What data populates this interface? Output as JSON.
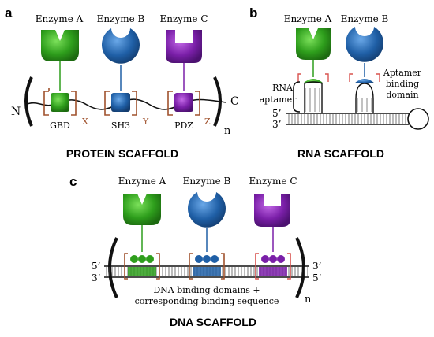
{
  "panels": {
    "a": {
      "letter": "a",
      "enzymes": [
        "Enzyme A",
        "Enzyme B",
        "Enzyme C"
      ],
      "domains": [
        "GBD",
        "SH3",
        "PDZ"
      ],
      "linker_labels": [
        "X",
        "Y",
        "Z"
      ],
      "terminal_n": "N",
      "terminal_c": "C",
      "repeat": "n",
      "title": "PROTEIN SCAFFOLD"
    },
    "b": {
      "letter": "b",
      "enzymes": [
        "Enzyme A",
        "Enzyme B"
      ],
      "rna_aptamer_line1": "RNA",
      "rna_aptamer_line2": "aptamer",
      "aptamer_domain_line1": "Aptamer",
      "aptamer_domain_line2": "binding",
      "aptamer_domain_line3": "domain",
      "end_5": "5’",
      "end_3": "3’",
      "title": "RNA SCAFFOLD"
    },
    "c": {
      "letter": "c",
      "enzymes": [
        "Enzyme A",
        "Enzyme B",
        "Enzyme C"
      ],
      "left_5": "5’",
      "left_3": "3’",
      "right_3": "3’",
      "right_5": "5’",
      "caption_line1": "DNA binding domains +",
      "caption_line2": "corresponding binding sequence",
      "repeat": "n",
      "title": "DNA SCAFFOLD"
    }
  },
  "colors": {
    "enzyme_a": "#2e9e1c",
    "enzyme_b": "#1f5fa6",
    "enzyme_c": "#7a1fa8",
    "linker": "#a0522d",
    "bracket_red": "#d9534f"
  }
}
